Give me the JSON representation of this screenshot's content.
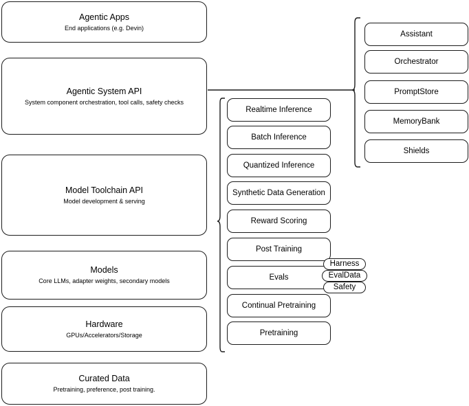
{
  "diagram": {
    "type": "layered-architecture-stack",
    "accent_color": "#1a1a1a",
    "background_color": "#ffffff"
  },
  "layers": [
    {
      "title": "Agentic Apps",
      "subtitle": "End applications (e.g. Devin)"
    },
    {
      "title": "Agentic System API",
      "subtitle": "System component orchestration, tool calls, safety checks"
    },
    {
      "title": "Model Toolchain API",
      "subtitle": "Model development & serving"
    },
    {
      "title": "Models",
      "subtitle": "Core LLMs, adapter weights, secondary models"
    },
    {
      "title": "Hardware",
      "subtitle": "GPUs/Accelerators/Storage"
    },
    {
      "title": "Curated Data",
      "subtitle": "Pretraining, preference, post training."
    }
  ],
  "toolchain_components": [
    {
      "label": "Realtime Inference"
    },
    {
      "label": "Batch Inference"
    },
    {
      "label": "Quantized Inference"
    },
    {
      "label": "Synthetic Data Generation"
    },
    {
      "label": "Reward Scoring"
    },
    {
      "label": "Post Training"
    },
    {
      "label": "Evals"
    },
    {
      "label": "Continual Pretraining"
    },
    {
      "label": "Pretraining"
    }
  ],
  "evals_subcomponents": [
    {
      "label": "Harness"
    },
    {
      "label": "EvalData"
    },
    {
      "label": "Safety"
    }
  ],
  "system_components": [
    {
      "label": "Assistant"
    },
    {
      "label": "Orchestrator"
    },
    {
      "label": "PromptStore"
    },
    {
      "label": "MemoryBank"
    },
    {
      "label": "Shields"
    }
  ]
}
